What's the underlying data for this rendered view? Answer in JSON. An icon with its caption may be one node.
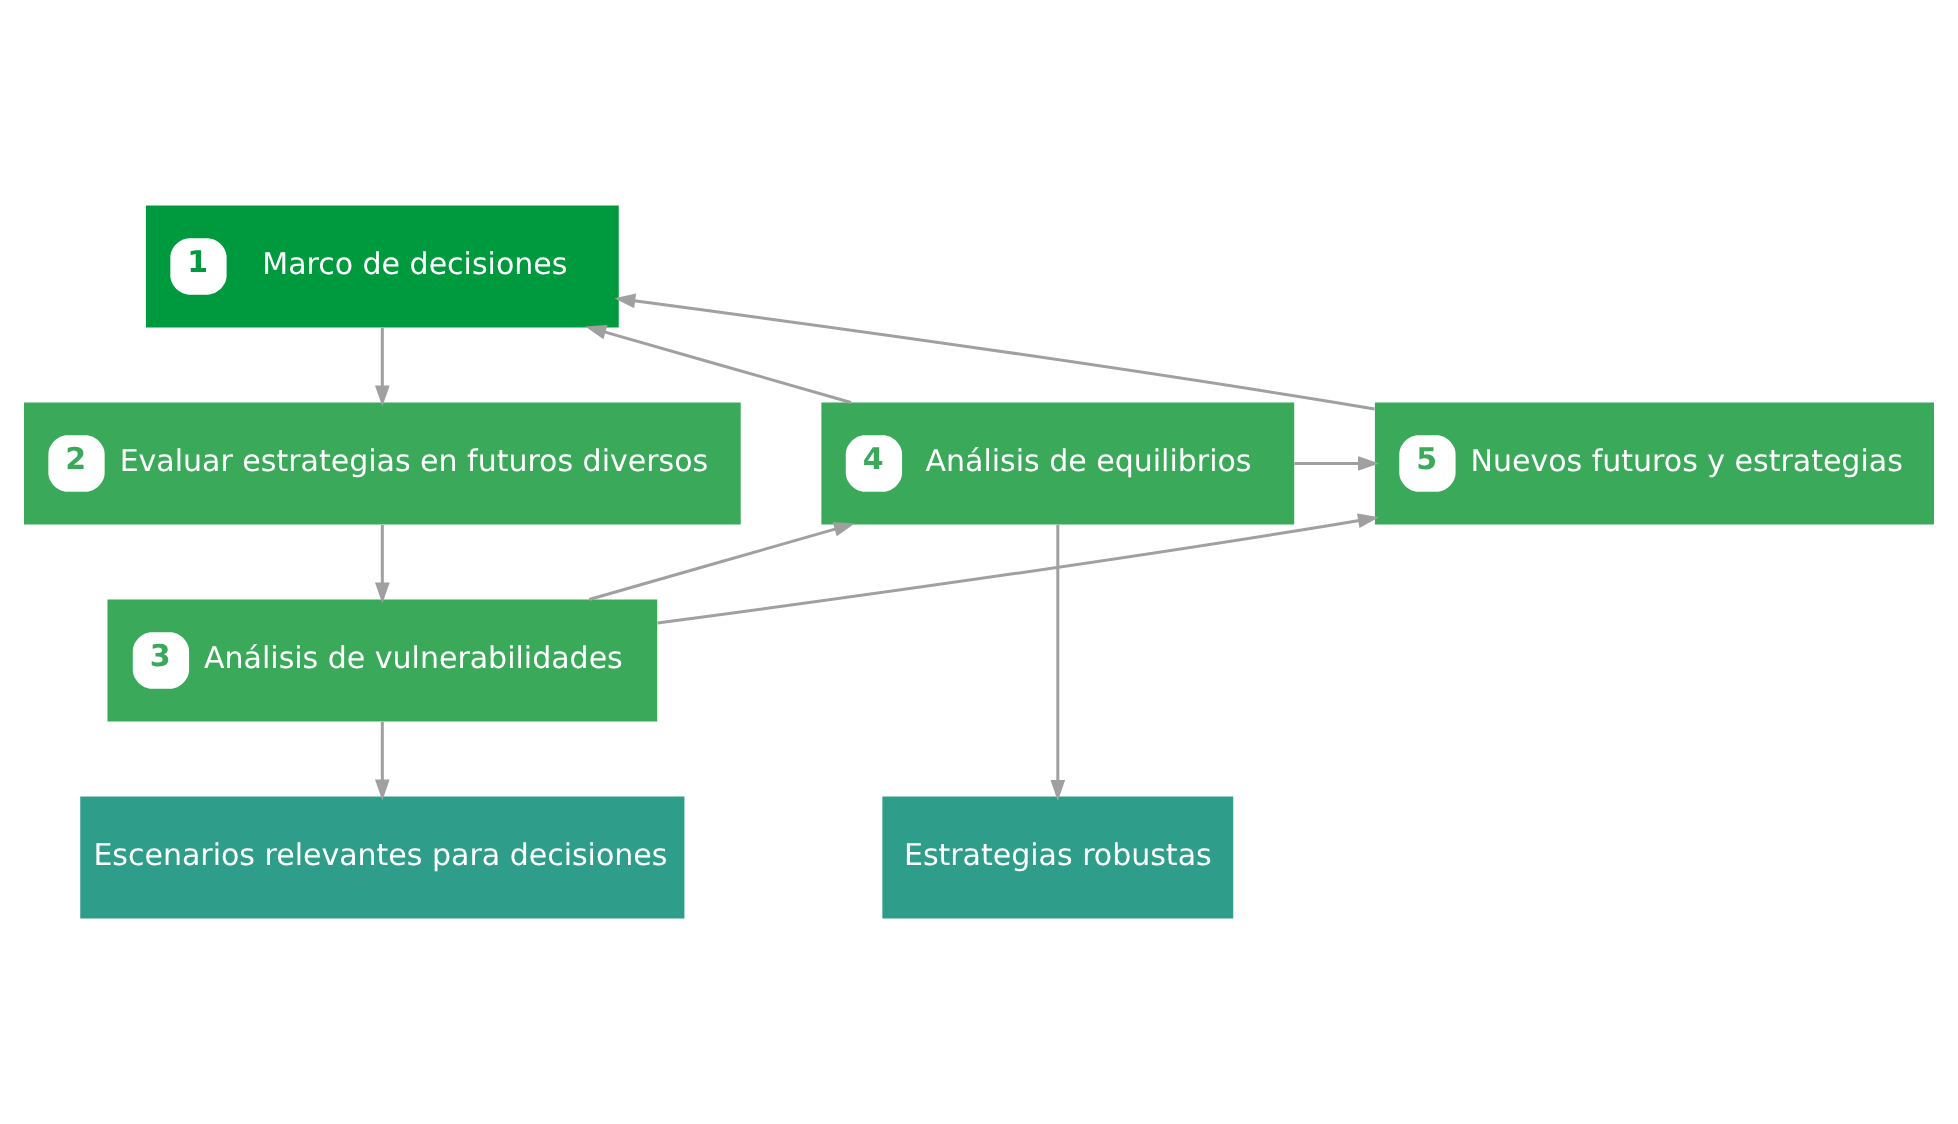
{
  "diagram": {
    "nodes": [
      {
        "text": [
          "1",
          "Marco de decisiones"
        ]
      },
      {
        "text": [
          "2",
          "Evaluar estrategias en futuros diversos"
        ]
      },
      {
        "text": [
          "3",
          "Análisis de vulnerabilidades"
        ]
      },
      {
        "text": [
          "4",
          "Análisis de equilibrios"
        ]
      },
      {
        "text": [
          "5",
          "Nuevos futuros y estrategias"
        ]
      },
      {
        "text": [
          "Estrategias robustas"
        ]
      },
      {
        "text": [
          "Escenarios relevantes para decisiones"
        ]
      }
    ],
    "edges": [
      {
        "from": 0,
        "to": 1,
        "arrow": "to"
      },
      {
        "from": 1,
        "to": 2,
        "arrow": "to"
      },
      {
        "from": 2,
        "to": 3,
        "arrow": "to"
      },
      {
        "from": 2,
        "to": 4,
        "arrow": "to"
      },
      {
        "from": 4,
        "to": 0,
        "arrow": "to"
      },
      {
        "from": 3,
        "to": 0,
        "arrow": "to"
      },
      {
        "from": 3,
        "to": 4,
        "arrow": "to"
      },
      {
        "from": 3,
        "to": 5,
        "arrow": "to"
      },
      {
        "from": 2,
        "to": 6,
        "arrow": "to"
      }
    ]
  }
}
